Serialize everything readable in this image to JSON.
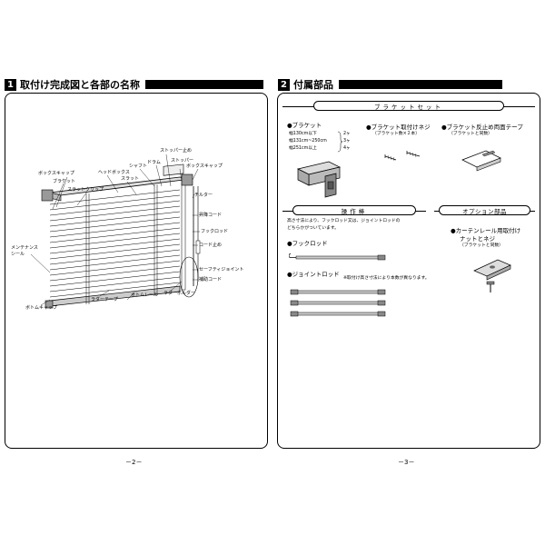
{
  "left": {
    "section_number": "1",
    "section_title": "取付け完成図と各部の名称",
    "labels": {
      "stopper_dome": "ストッパー止め",
      "shaft": "シャフト",
      "drum": "ドラム",
      "stopper": "ストッパー",
      "box_cap_right": "ボックスキャップ",
      "head_box": "ヘッドボックス",
      "slat": "スラット",
      "box_cap_left": "ボックスキャップ",
      "bracket": "ブラケット",
      "slat_clip": "スラットクリップ",
      "tilter": "チルター",
      "lift_cord": "昇降コード",
      "hook_rod": "フックロッド",
      "cord_stopper": "コード止め",
      "maintenance_seal_1": "メンテナンス",
      "maintenance_seal_2": "シール",
      "safety_joint": "セーフティジョイント",
      "aux_cord": "補助コード",
      "bottom_rail": "ボトムレール",
      "ladder_holder": "ラダーホルダー",
      "ladder_tape": "ラダーテープ",
      "bottom_cap": "ボトムキャップ"
    },
    "page_number": "－2－"
  },
  "right": {
    "section_number": "2",
    "section_title": "付属部品",
    "bracket_set": {
      "header": "ブラケットセット",
      "bracket_title": "●ブラケット",
      "bracket_rows": [
        {
          "width": "幅130cm以下",
          "qty": "2ヶ"
        },
        {
          "width": "幅131cm~250cm",
          "qty": "3ヶ"
        },
        {
          "width": "幅251cm以上",
          "qty": "4ヶ"
        }
      ],
      "screw_title": "●ブラケット取付けネジ",
      "screw_note": "（ブラケット数×２本）",
      "tape_title": "●ブラケット反止め両面テープ",
      "tape_note": "（ブラケットと同数）"
    },
    "operation": {
      "header": "操作棒",
      "desc_1": "高さ寸法により、フックロッド又は、ジョイントロッドの",
      "desc_2": "どちらかがついています。",
      "hook_rod_title": "●フックロッド",
      "joint_rod_title": "●ジョイントロッド",
      "joint_rod_note": "※取付け高さ寸法により本数が異なります。"
    },
    "option": {
      "header": "オプション部品",
      "item_title_1": "●カーテンレール用取付け",
      "item_title_2": "ナットとネジ",
      "item_note": "（ブラケットと同数）"
    },
    "page_number": "－3－"
  }
}
